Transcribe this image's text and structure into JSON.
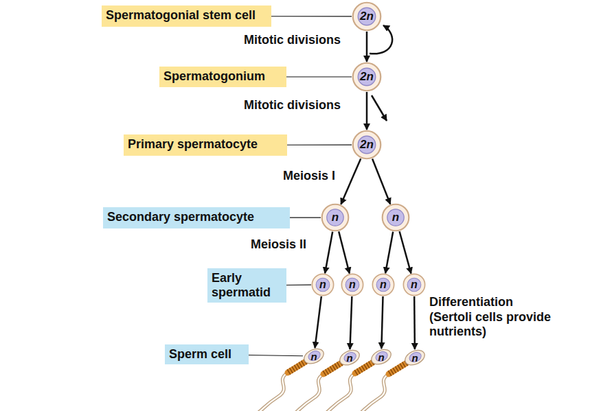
{
  "diagram": {
    "nodes": [
      {
        "text": [
          "Spermatogonial stem cell"
        ]
      },
      {
        "text": [
          "2n"
        ]
      },
      {
        "text": [
          "Spermatogonium"
        ]
      },
      {
        "text": [
          "2n"
        ]
      },
      {
        "text": [
          "Primary spermatocyte"
        ]
      },
      {
        "text": [
          "2n"
        ]
      },
      {
        "text": [
          "Secondary spermatocyte"
        ]
      },
      {
        "text": [
          "n"
        ]
      },
      {
        "text": [
          "n"
        ]
      },
      {
        "text": [
          "Early spermatid"
        ]
      },
      {
        "text": [
          "n"
        ]
      },
      {
        "text": [
          "n"
        ]
      },
      {
        "text": [
          "n"
        ]
      },
      {
        "text": [
          "n"
        ]
      },
      {
        "text": [
          "Sperm cell"
        ]
      },
      {
        "text": [
          "n"
        ]
      },
      {
        "text": [
          "n"
        ]
      },
      {
        "text": [
          "n"
        ]
      },
      {
        "text": [
          "n"
        ]
      }
    ],
    "edges": [
      {
        "from": 0,
        "to": 1,
        "arrow": "none"
      },
      {
        "from": 1,
        "to": 3,
        "label": "Mitotic divisions",
        "arrow": "to"
      },
      {
        "from": 2,
        "to": 3,
        "arrow": "none"
      },
      {
        "from": 3,
        "to": 5,
        "label": "Mitotic divisions",
        "arrow": "to"
      },
      {
        "from": 4,
        "to": 5,
        "arrow": "none"
      },
      {
        "from": 5,
        "to": 7,
        "label": "Meiosis I",
        "arrow": "to"
      },
      {
        "from": 5,
        "to": 8,
        "arrow": "to"
      },
      {
        "from": 6,
        "to": 7,
        "arrow": "none"
      },
      {
        "from": 7,
        "to": 10,
        "label": "Meiosis II",
        "arrow": "to"
      },
      {
        "from": 7,
        "to": 11,
        "arrow": "to"
      },
      {
        "from": 8,
        "to": 12,
        "arrow": "to"
      },
      {
        "from": 8,
        "to": 13,
        "arrow": "to"
      },
      {
        "from": 9,
        "to": 10,
        "arrow": "none"
      },
      {
        "from": 10,
        "to": 15,
        "arrow": "to"
      },
      {
        "from": 11,
        "to": 16,
        "arrow": "to"
      },
      {
        "from": 12,
        "to": 17,
        "arrow": "to"
      },
      {
        "from": 13,
        "to": 18,
        "arrow": "to"
      },
      {
        "from": 14,
        "to": 15,
        "arrow": "none"
      }
    ],
    "labels": [
      "Differentiation (Sertoli cells provide nutrients)"
    ]
  }
}
